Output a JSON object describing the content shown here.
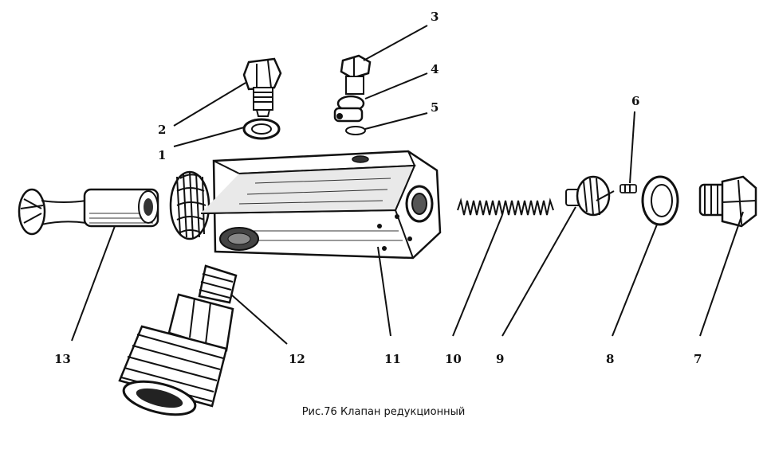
{
  "caption": "Рис.76 Клапан редукционный",
  "callouts": {
    "n1": "1",
    "n2": "2",
    "n3": "3",
    "n4": "4",
    "n5": "5",
    "n6": "6",
    "n7": "7",
    "n8": "8",
    "n9": "9",
    "n10": "10",
    "n11": "11",
    "n12": "12",
    "n13": "13"
  }
}
